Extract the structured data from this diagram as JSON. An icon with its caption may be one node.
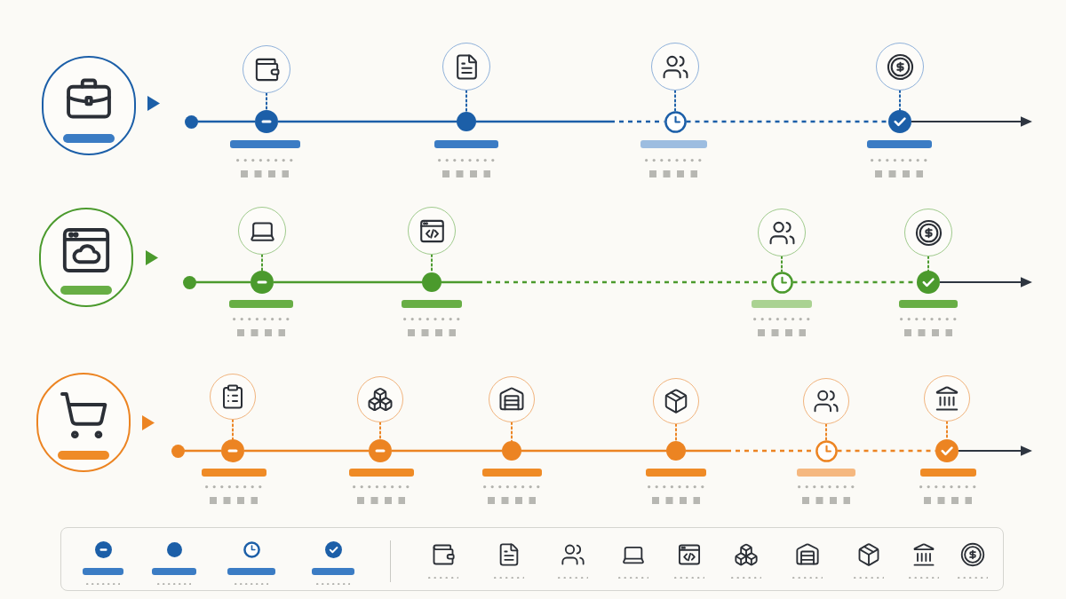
{
  "diagram": {
    "nodes": [
      {
        "text": [],
        "shape": "circle"
      },
      {
        "text": [],
        "shape": "circle"
      },
      {
        "text": [],
        "shape": "circle"
      },
      {
        "text": [],
        "shape": "circle"
      },
      {
        "text": [],
        "shape": "circle"
      },
      {
        "text": [],
        "shape": "circle"
      },
      {
        "text": [],
        "shape": "circle"
      },
      {
        "text": [],
        "shape": "circle"
      },
      {
        "text": [],
        "shape": "circle"
      },
      {
        "text": [],
        "shape": "circle"
      },
      {
        "text": [],
        "shape": "circle"
      },
      {
        "text": [],
        "shape": "circle"
      },
      {
        "text": [],
        "shape": "circle"
      },
      {
        "text": [],
        "shape": "circle"
      },
      {
        "text": [],
        "shape": "circle"
      },
      {
        "text": [],
        "shape": "circle"
      },
      {
        "text": [],
        "shape": "circle"
      },
      {
        "text": [],
        "shape": "circle"
      },
      {
        "text": [],
        "shape": "circle"
      },
      {
        "text": [],
        "shape": "circle"
      },
      {
        "text": [],
        "shape": "circle"
      },
      {
        "text": [],
        "shape": "circle"
      },
      {
        "text": [],
        "shape": "circle"
      },
      {
        "text": [],
        "shape": "circle"
      },
      {
        "text": [],
        "shape": "circle"
      },
      {
        "text": [],
        "shape": "circle"
      },
      {
        "text": [],
        "shape": "circle"
      },
      {
        "text": [],
        "shape": "circle"
      },
      {
        "text": [],
        "shape": "circle"
      },
      {
        "text": [],
        "shape": "circle"
      },
      {
        "text": [],
        "shape": "circle"
      },
      {
        "text": [],
        "shape": "circle"
      },
      {
        "text": [],
        "shape": "circle"
      },
      {
        "text": [],
        "shape": "circle"
      }
    ],
    "edges": [
      {
        "from": 1,
        "to": 3,
        "arrow": "none",
        "color": "#1c5fa8"
      },
      {
        "from": 3,
        "to": 5,
        "arrow": "none",
        "color": "#1c5fa8"
      },
      {
        "from": 5,
        "to": 7,
        "arrow": "none",
        "style": "dashed",
        "color": "#1c5fa8"
      },
      {
        "from": 7,
        "to": 9,
        "arrow": "none",
        "style": "dashed",
        "color": "#1c5fa8"
      },
      {
        "from": 9,
        "to": null,
        "arrow": "to",
        "color": "#2e3540"
      },
      {
        "from": 2,
        "to": 3,
        "arrow": "none",
        "style": "dashed",
        "color": "#1c5fa8"
      },
      {
        "from": 4,
        "to": 5,
        "arrow": "none",
        "style": "dashed",
        "color": "#1c5fa8"
      },
      {
        "from": 6,
        "to": 7,
        "arrow": "none",
        "style": "dashed",
        "color": "#1c5fa8"
      },
      {
        "from": 8,
        "to": 9,
        "arrow": "none",
        "style": "dashed",
        "color": "#1c5fa8"
      },
      {
        "from": 11,
        "to": 13,
        "arrow": "none",
        "color": "#4b9a2d"
      },
      {
        "from": 13,
        "to": 15,
        "arrow": "none",
        "color": "#4b9a2d"
      },
      {
        "from": 15,
        "to": 17,
        "arrow": "none",
        "style": "dashed",
        "color": "#4b9a2d"
      },
      {
        "from": 17,
        "to": 19,
        "arrow": "none",
        "style": "dashed",
        "color": "#4b9a2d"
      },
      {
        "from": 19,
        "to": null,
        "arrow": "to",
        "color": "#2e3540"
      },
      {
        "from": 12,
        "to": 13,
        "arrow": "none",
        "style": "dashed",
        "color": "#4b9a2d"
      },
      {
        "from": 14,
        "to": 15,
        "arrow": "none",
        "style": "dashed",
        "color": "#4b9a2d"
      },
      {
        "from": 16,
        "to": 17,
        "arrow": "none",
        "style": "dashed",
        "color": "#4b9a2d"
      },
      {
        "from": 18,
        "to": 19,
        "arrow": "none",
        "style": "dashed",
        "color": "#4b9a2d"
      },
      {
        "from": 21,
        "to": 23,
        "arrow": "none",
        "color": "#ec8422"
      },
      {
        "from": 23,
        "to": 25,
        "arrow": "none",
        "color": "#ec8422"
      },
      {
        "from": 25,
        "to": 27,
        "arrow": "none",
        "color": "#ec8422"
      },
      {
        "from": 27,
        "to": 29,
        "arrow": "none",
        "color": "#ec8422"
      },
      {
        "from": 29,
        "to": 31,
        "arrow": "none",
        "style": "dashed",
        "color": "#ec8422"
      },
      {
        "from": 31,
        "to": 33,
        "arrow": "none",
        "style": "dashed",
        "color": "#ec8422"
      },
      {
        "from": 33,
        "to": null,
        "arrow": "to",
        "color": "#2e3540"
      },
      {
        "from": 22,
        "to": 23,
        "arrow": "none",
        "style": "dashed",
        "color": "#ec8422"
      },
      {
        "from": 24,
        "to": 25,
        "arrow": "none",
        "style": "dashed",
        "color": "#ec8422"
      },
      {
        "from": 26,
        "to": 27,
        "arrow": "none",
        "style": "dashed",
        "color": "#ec8422"
      },
      {
        "from": 28,
        "to": 29,
        "arrow": "none",
        "style": "dashed",
        "color": "#ec8422"
      },
      {
        "from": 30,
        "to": 31,
        "arrow": "none",
        "style": "dashed",
        "color": "#ec8422"
      },
      {
        "from": 32,
        "to": 33,
        "arrow": "none",
        "style": "dashed",
        "color": "#ec8422"
      }
    ]
  }
}
